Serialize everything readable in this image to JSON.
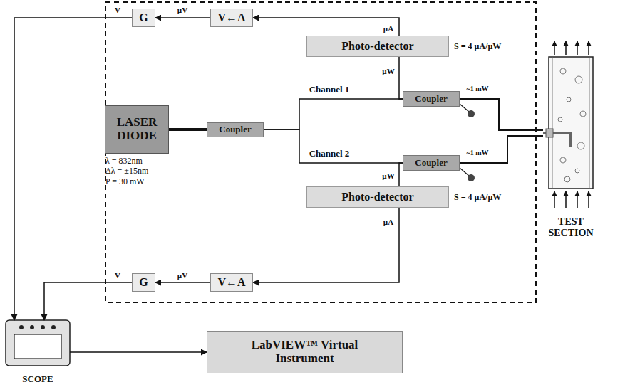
{
  "diagram": {
    "nodes": [
      {
        "text": [
          "G"
        ]
      },
      {
        "text": [
          "V←A"
        ]
      },
      {
        "text": [
          "Photo-detector",
          "S = 4 µA/µW"
        ]
      },
      {
        "text": [
          "LASER DIODE",
          "λ = 832nm Δλ = ±15nm P = 30 mW"
        ]
      },
      {
        "text": [
          "Coupler"
        ]
      },
      {
        "text": [
          "Coupler"
        ]
      },
      {
        "text": [
          "Coupler"
        ]
      },
      {
        "text": [
          "Photo-detector",
          "S = 4 µA/µW"
        ]
      },
      {
        "text": [
          "V←A"
        ]
      },
      {
        "text": [
          "G"
        ]
      },
      {
        "text": [
          "SCOPE"
        ]
      },
      {
        "text": [
          "LabVIEW™ Virtual Instrument"
        ]
      },
      {
        "text": [
          "TEST SECTION"
        ]
      }
    ],
    "edges": [
      {
        "from": 1,
        "to": 0,
        "arrow": "to",
        "label": "µV"
      },
      {
        "from": 2,
        "to": 1,
        "arrow": "to",
        "label": "µA"
      },
      {
        "from": 0,
        "to": 10,
        "arrow": "to",
        "label": "V"
      },
      {
        "from": 3,
        "to": 4,
        "arrow": "none"
      },
      {
        "from": 4,
        "to": 5,
        "arrow": "none",
        "label": "Channel 1"
      },
      {
        "from": 4,
        "to": 6,
        "arrow": "none",
        "label": "Channel 2"
      },
      {
        "from": 5,
        "to": 2,
        "arrow": "none",
        "label": "µW"
      },
      {
        "from": 6,
        "to": 7,
        "arrow": "none",
        "label": "µW"
      },
      {
        "from": 5,
        "to": 12,
        "arrow": "none",
        "label": "~1 mW"
      },
      {
        "from": 6,
        "to": 12,
        "arrow": "none",
        "label": "~1 mW"
      },
      {
        "from": 7,
        "to": 8,
        "arrow": "to",
        "label": "µA"
      },
      {
        "from": 8,
        "to": 9,
        "arrow": "to",
        "label": "µV"
      },
      {
        "from": 9,
        "to": 10,
        "arrow": "to",
        "label": "V"
      },
      {
        "from": 10,
        "to": 11,
        "arrow": "to"
      }
    ]
  }
}
